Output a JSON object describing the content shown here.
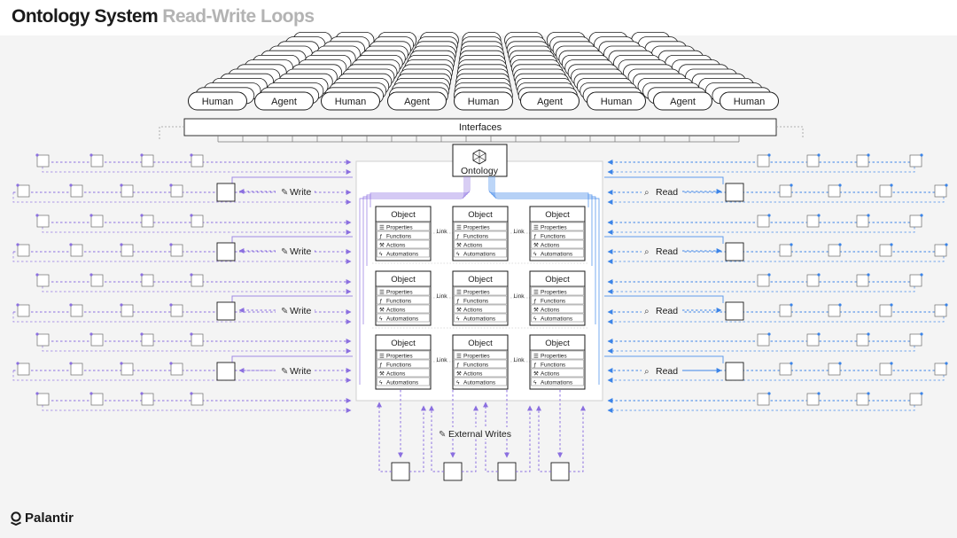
{
  "title": {
    "main": "Ontology System",
    "sub": "Read-Write Loops"
  },
  "actors": [
    "Human",
    "Agent",
    "Human",
    "Agent",
    "Human",
    "Agent",
    "Human",
    "Agent",
    "Human"
  ],
  "interfaces_label": "Interfaces",
  "ontology_label": "Ontology",
  "object": {
    "title": "Object",
    "rows": [
      {
        "icon": "list-icon",
        "label": "Properties"
      },
      {
        "icon": "function-icon",
        "label": "Functions"
      },
      {
        "icon": "hammer-icon",
        "label": "Actions"
      },
      {
        "icon": "bolt-icon",
        "label": "Automations"
      }
    ]
  },
  "link_label": "Link",
  "write_label": "Write",
  "read_label": "Read",
  "external_writes_label": "External Writes",
  "brand": "Palantir",
  "colors": {
    "write": "#8b6fe0",
    "read": "#3b84e8",
    "ink": "#1a1a1a",
    "muted": "#b3b3b3"
  }
}
